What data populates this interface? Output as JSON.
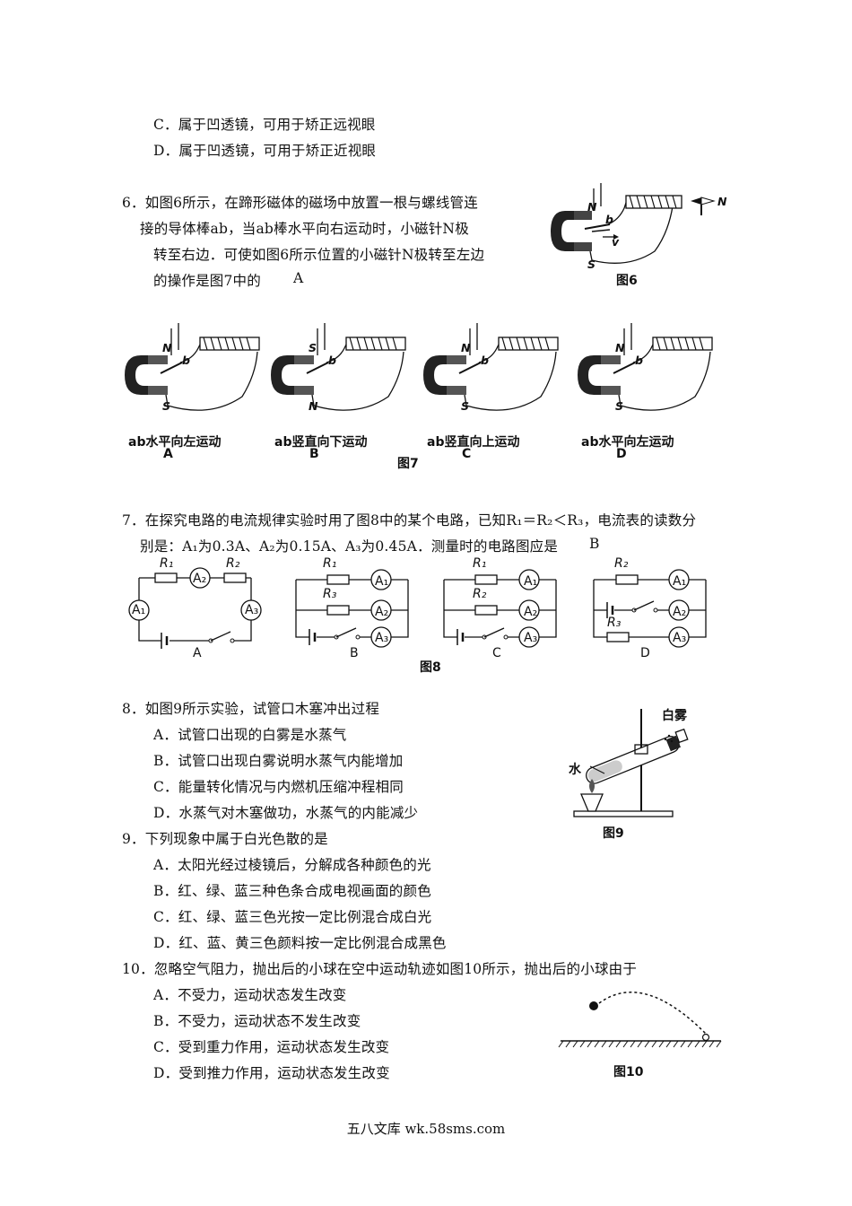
{
  "q5": {
    "c": "C．属于凹透镜，可用于矫正远视眼",
    "d": "D．属于凹透镜，可用于矫正近视眼"
  },
  "q6": {
    "l1": "6．如图6所示，在蹄形磁体的磁场中放置一根与螺线管连",
    "l2": "接的导体棒ab，当ab棒水平向右运动时，小磁针N极",
    "l3": "转至右边．可使如图6所示位置的小磁针N极转至左边",
    "l4": "的操作是图7中的",
    "answer": "A",
    "fig_caption": "图6",
    "fig_labels": {
      "n": "N",
      "s": "S",
      "b": "b",
      "v": "v",
      "needle_n": "N"
    }
  },
  "fig7": {
    "caption": "图7",
    "panels": [
      {
        "desc": "ab水平向左运动",
        "letter": "A",
        "top": "N",
        "bottom": "S"
      },
      {
        "desc": "ab竖直向下运动",
        "letter": "B",
        "top": "S",
        "bottom": "N"
      },
      {
        "desc": "ab竖直向上运动",
        "letter": "C",
        "top": "N",
        "bottom": "S"
      },
      {
        "desc": "ab水平向左运动",
        "letter": "D",
        "top": "N",
        "bottom": "S"
      }
    ]
  },
  "q7": {
    "l1": "7．在探究电路的电流规律实验时用了图8中的某个电路，已知R₁＝R₂＜R₃，电流表的读数分",
    "l2": "别是：A₁为0.3A、A₂为0.15A、A₃为0.45A．测量时的电路图应是",
    "answer": "B"
  },
  "fig8": {
    "caption": "图8",
    "letters": [
      "A",
      "B",
      "C",
      "D"
    ],
    "r1": "R₁",
    "r2": "R₂",
    "r3": "R₃",
    "a1": "A₁",
    "a2": "A₂",
    "a3": "A₃"
  },
  "q8": {
    "stem": "8．如图9所示实验，试管口木塞冲出过程",
    "a": "A．试管口出现的白雾是水蒸气",
    "b": "B．试管口出现白雾说明水蒸气内能增加",
    "c": "C．能量转化情况与内燃机压缩冲程相同",
    "d": "D．水蒸气对木塞做功，水蒸气的内能减少",
    "fig_caption": "图9",
    "fog_label": "白雾",
    "water_label": "水"
  },
  "q9": {
    "stem": "9．下列现象中属于白光色散的是",
    "a": "A．太阳光经过棱镜后，分解成各种颜色的光",
    "b": "B．红、绿、蓝三种色条合成电视画面的颜色",
    "c": "C．红、绿、蓝三色光按一定比例混合成白光",
    "d": "D．红、蓝、黄三色颜料按一定比例混合成黑色"
  },
  "q10": {
    "stem": "10．忽略空气阻力，抛出后的小球在空中运动轨迹如图10所示，抛出后的小球由于",
    "a": "A．不受力，运动状态发生改变",
    "b": "B．不受力，运动状态不发生改变",
    "c": "C．受到重力作用，运动状态发生改变",
    "d": "D．受到推力作用，运动状态发生改变",
    "fig_caption": "图10"
  },
  "footer": "五八文库 wk.58sms.com"
}
